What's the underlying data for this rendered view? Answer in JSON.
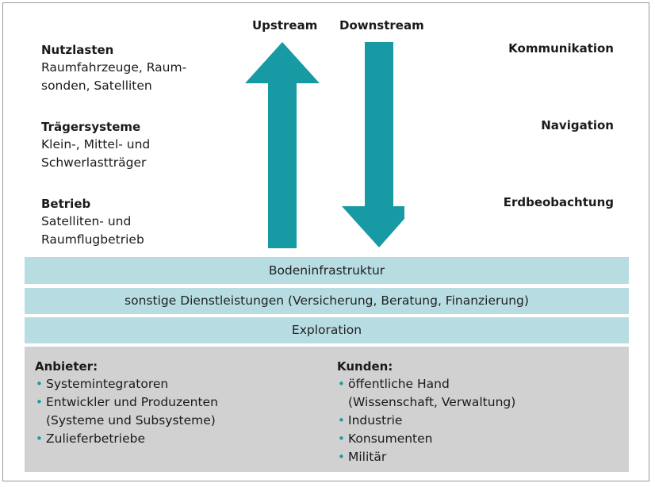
{
  "colors": {
    "arrow": "#179aa3",
    "band": "#b7dde3",
    "box": "#d1d1d1",
    "bullet": "#179aa3"
  },
  "flow": {
    "upstream": "Upstream",
    "downstream": "Downstream"
  },
  "left": [
    {
      "title": "Nutzlasten",
      "lines": [
        "Raumfahrzeuge, Raum-",
        "sonden, Satelliten"
      ]
    },
    {
      "title": "Trägersysteme",
      "lines": [
        "Klein-, Mittel- und",
        "Schwerlastträger"
      ]
    },
    {
      "title": "Betrieb",
      "lines": [
        "Satelliten- und",
        "Raumflugbetrieb"
      ]
    }
  ],
  "right": [
    "Kommunikation",
    "Navigation",
    "Erdbeobachtung"
  ],
  "bands": [
    "Bodeninfrastruktur",
    "sonstige Dienstleistungen (Versicherung, Beratung, Finanzierung)",
    "Exploration"
  ],
  "anbieter": {
    "title": "Anbieter:",
    "items": [
      {
        "line1": "Systemintegratoren",
        "line2": ""
      },
      {
        "line1": "Entwickler und Produzenten",
        "line2": "(Systeme und Subsysteme)"
      },
      {
        "line1": "Zulieferbetriebe",
        "line2": ""
      }
    ]
  },
  "kunden": {
    "title": "Kunden:",
    "items": [
      {
        "line1": "öffentliche Hand",
        "line2": "(Wissenschaft, Verwaltung)"
      },
      {
        "line1": "Industrie",
        "line2": ""
      },
      {
        "line1": "Konsumenten",
        "line2": ""
      },
      {
        "line1": "Militär",
        "line2": ""
      }
    ]
  },
  "bullet_char": "•"
}
